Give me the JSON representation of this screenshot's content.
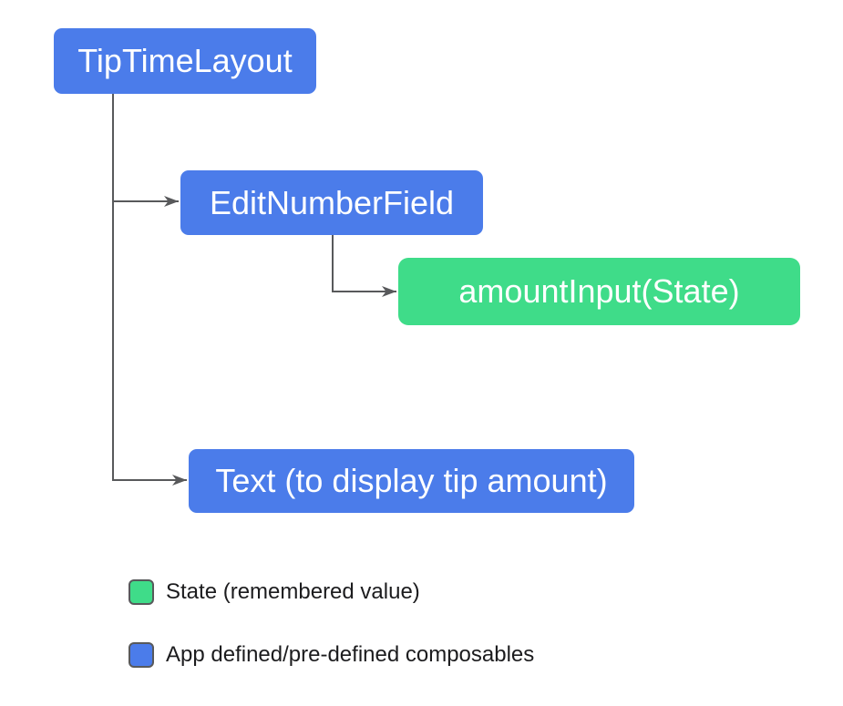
{
  "diagram": {
    "type": "tree",
    "nodes": [
      {
        "id": "tiptimelayout",
        "label": "TipTimeLayout",
        "kind": "composable"
      },
      {
        "id": "editnumberfield",
        "label": "EditNumberField",
        "kind": "composable"
      },
      {
        "id": "amountinput",
        "label": "amountInput(State)",
        "kind": "state"
      },
      {
        "id": "text-display",
        "label": "Text (to display tip amount)",
        "kind": "composable"
      }
    ],
    "edges": [
      {
        "from": "tiptimelayout",
        "to": "editnumberfield"
      },
      {
        "from": "editnumberfield",
        "to": "amountinput"
      },
      {
        "from": "tiptimelayout",
        "to": "text-display"
      }
    ],
    "legend": [
      {
        "label": "State (remembered value)",
        "swatch_color": "#3FDC89"
      },
      {
        "label": "App defined/pre-defined composables",
        "swatch_color": "#4B7CEA"
      }
    ]
  },
  "colors": {
    "composable-blue": "#4B7CEA",
    "state-green": "#3FDC89",
    "connector-gray": "#58595B",
    "node-text": "#FFFFFF",
    "legend-text": "#1C1C1E",
    "background": "#FFFFFF"
  }
}
